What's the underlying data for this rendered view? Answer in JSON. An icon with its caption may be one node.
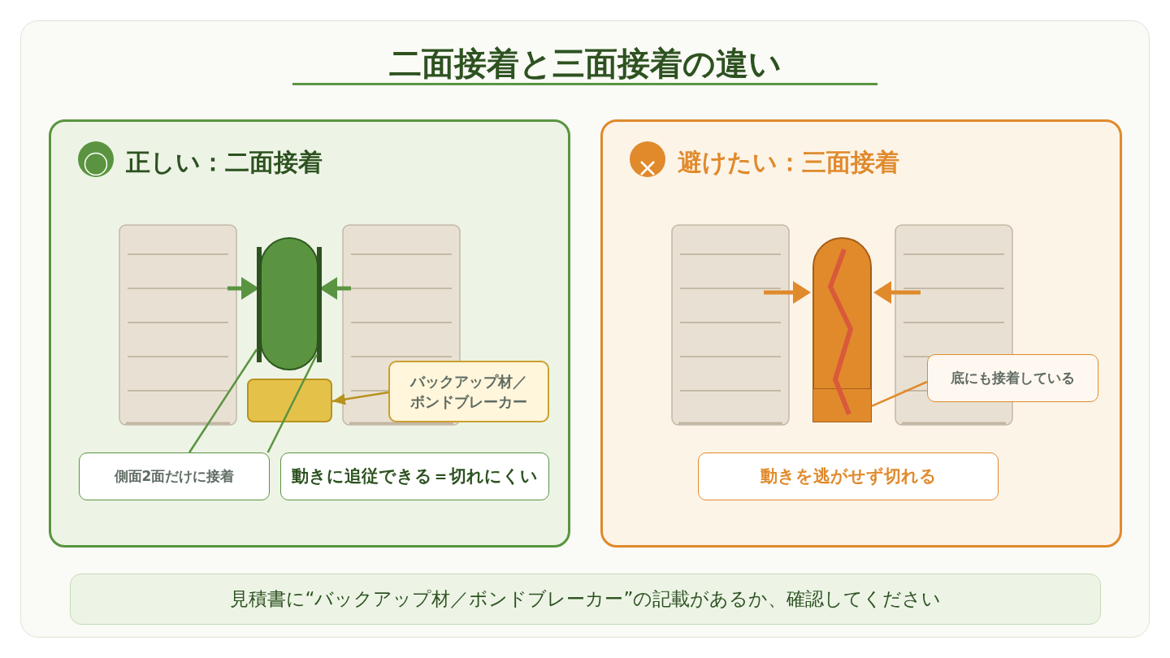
{
  "diagram": {
    "title": "二面接着と三面接着の違い",
    "nodes": [
      {
        "text": [
          "正しい：二面接着"
        ]
      },
      {
        "text": [],
        "shape": "box",
        "in": 0
      },
      {
        "text": [],
        "shape": "bar",
        "in": 0
      },
      {
        "text": [],
        "shape": "bar",
        "in": 0
      },
      {
        "text": [],
        "shape": "box",
        "in": 0
      },
      {
        "text": [
          "バックアップ材／ボンドブレーカー"
        ],
        "in": 0
      },
      {
        "text": [
          "側面2面だけに接着"
        ],
        "in": 0
      },
      {
        "text": [
          "動きに追従できる＝切れにくい"
        ],
        "in": 0
      },
      {
        "text": [
          "避けたい：三面接着"
        ]
      },
      {
        "text": [],
        "shape": "box",
        "in": 8
      },
      {
        "text": [],
        "shape": "box",
        "in": 9
      },
      {
        "text": [
          "底にも接着している"
        ],
        "in": 8
      },
      {
        "text": [
          "動きを逃がせず切れる"
        ],
        "in": 8
      },
      {
        "text": [
          "見積書に“バックアップ材／ボンドブレーカー”の記載があるか、確認してください"
        ]
      }
    ],
    "edges": [
      {
        "from": 6,
        "to": 2,
        "arrow": "none"
      },
      {
        "from": 6,
        "to": 3,
        "arrow": "none"
      },
      {
        "from": 5,
        "to": 4,
        "arrow": "to",
        "color": "#b8921f"
      },
      {
        "from": 11,
        "to": 10,
        "arrow": "none",
        "color": "#e08a2c"
      }
    ]
  }
}
